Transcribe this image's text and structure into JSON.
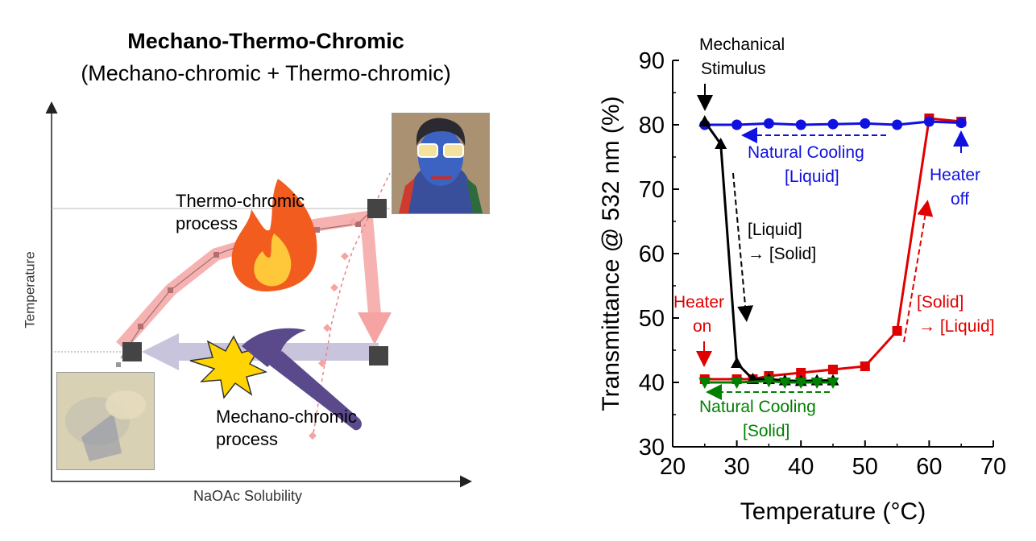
{
  "left_panel": {
    "title": "Mechano-Thermo-Chromic",
    "subtitle": "(Mechano-chromic + Thermo-chromic)",
    "x_axis_label": "NaOAc Solubility",
    "y_axis_label": "Temperature",
    "thermo_label_line1": "Thermo-chromic",
    "thermo_label_line2": "process",
    "mechano_label_line1": "Mechano-chromic",
    "mechano_label_line2": "process",
    "icons": [
      "flame-icon",
      "hammer-icon",
      "impact-burst-icon"
    ],
    "colors": {
      "thermo_arrow": "#f5a3a3",
      "mechano_arrow": "#c8c4dc",
      "dotted": "#f08080"
    }
  },
  "chart_data": {
    "type": "line",
    "xlabel": "Temperature (°C)",
    "ylabel": "Transmittance @ 532 nm (%)",
    "xlim": [
      20,
      70
    ],
    "ylim": [
      30,
      90
    ],
    "xticks": [
      20,
      30,
      40,
      50,
      60,
      70
    ],
    "yticks": [
      30,
      40,
      50,
      60,
      70,
      80,
      90
    ],
    "grid": false,
    "series": [
      {
        "color": "#e00000",
        "marker": "square",
        "x": [
          25,
          30,
          32.5,
          35,
          40,
          45,
          50,
          55,
          60,
          65
        ],
        "y": [
          40.5,
          40.5,
          40.5,
          41,
          41.5,
          42,
          42.5,
          48,
          81,
          80.5
        ]
      },
      {
        "color": "#1010e0",
        "marker": "circle",
        "x": [
          25,
          30,
          35,
          40,
          45,
          50,
          55,
          60,
          65
        ],
        "y": [
          80,
          80,
          80.2,
          80,
          80.1,
          80.2,
          80,
          80.5,
          80.3
        ]
      },
      {
        "color": "#000000",
        "marker": "triangle-up",
        "x": [
          25,
          27.5,
          30,
          32.5,
          35,
          37.5,
          40,
          42.5,
          45
        ],
        "y": [
          80.5,
          77,
          43,
          40.5,
          40.5,
          40.3,
          40.2,
          40.3,
          40.3
        ]
      },
      {
        "color": "#008000",
        "marker": "triangle-down",
        "x": [
          25,
          30,
          35,
          37.5,
          40,
          42.5,
          45
        ],
        "y": [
          40,
          40,
          40.2,
          40,
          40,
          40,
          40
        ]
      }
    ],
    "annotations": {
      "mech_line1": "Mechanical",
      "mech_line2": "Stimulus",
      "natural_cooling_liquid_line1": "Natural Cooling",
      "natural_cooling_liquid_line2": "[Liquid]",
      "heater_off_line1": "Heater",
      "heater_off_line2": "off",
      "liquid_solid_line1": "[Liquid]",
      "liquid_solid_line2": "→ [Solid]",
      "heater_on_line1": "Heater",
      "heater_on_line2": "on",
      "solid_liquid_line1": "[Solid]",
      "solid_liquid_line2": "→ [Liquid]",
      "natural_cooling_solid_line1": "Natural Cooling",
      "natural_cooling_solid_line2": "[Solid]"
    }
  }
}
